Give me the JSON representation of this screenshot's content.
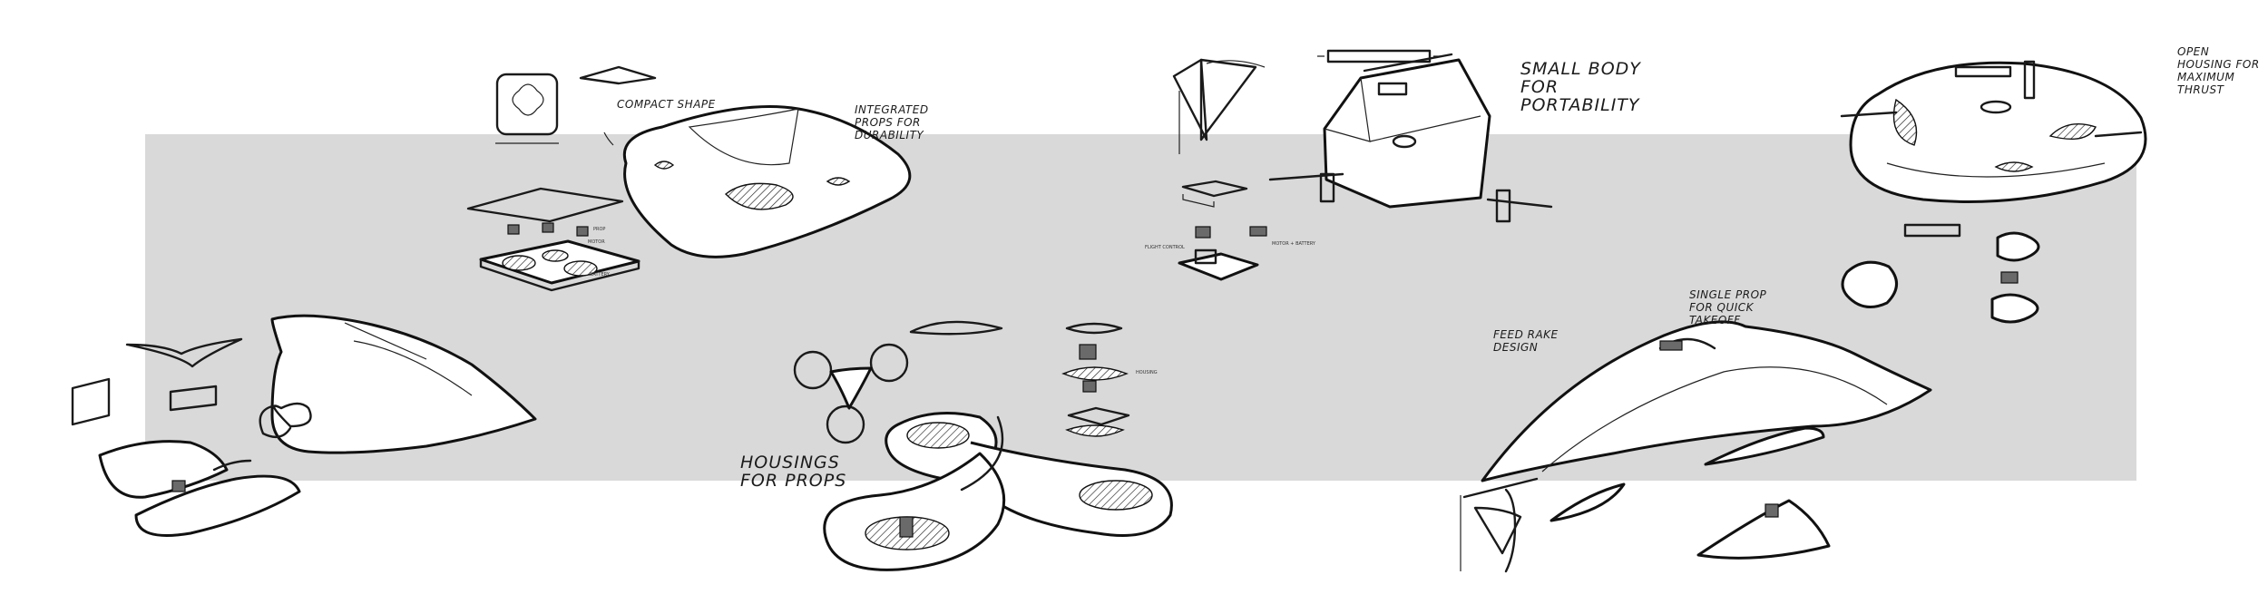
{
  "annotations": {
    "compact_shape": "Compact shape",
    "integrated_props": "Integrated props for durability",
    "small_body": "Small body for portability",
    "open_housing": "Open housing for maximum thrust",
    "single_prop": "Single prop for quick takeoff",
    "feed_rake": "Feed rake design",
    "housings_for_props": "Housings for props"
  },
  "callouts": {
    "prop": "Prop",
    "motor": "Motor",
    "motor_battery": "Motor + Battery",
    "flight_control": "Flight control",
    "battery": "Battery",
    "housing": "Housing"
  }
}
